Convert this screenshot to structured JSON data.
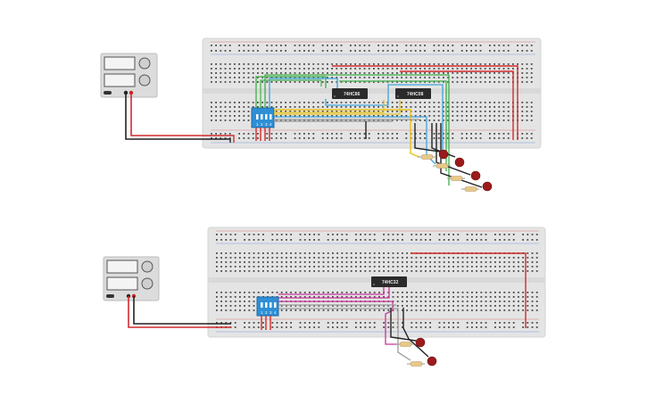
{
  "circuits": [
    {
      "chips": [
        {
          "label": "74HC86"
        },
        {
          "label": "74HC08"
        }
      ],
      "dip_switch": {
        "numbers": [
          "1",
          "2",
          "3",
          "4"
        ]
      },
      "leds": 4
    },
    {
      "chips": [
        {
          "label": "74HC32"
        }
      ],
      "dip_switch": {
        "numbers": [
          "1",
          "2",
          "3",
          "4"
        ]
      },
      "leds": 2
    }
  ],
  "colors": {
    "breadboard": "#e4e4e4",
    "wire_red": "#d22b2b",
    "wire_black": "#222222",
    "wire_yellow": "#e8c21a",
    "wire_blue": "#3fa3d9",
    "wire_green": "#3cae47",
    "wire_magenta": "#c8369a",
    "wire_gray": "#9a9a9a",
    "dip_switch": "#2f8fd6",
    "chip": "#2b2b2b",
    "led": "#9b1b1b",
    "resistor": "#e6c98a"
  }
}
